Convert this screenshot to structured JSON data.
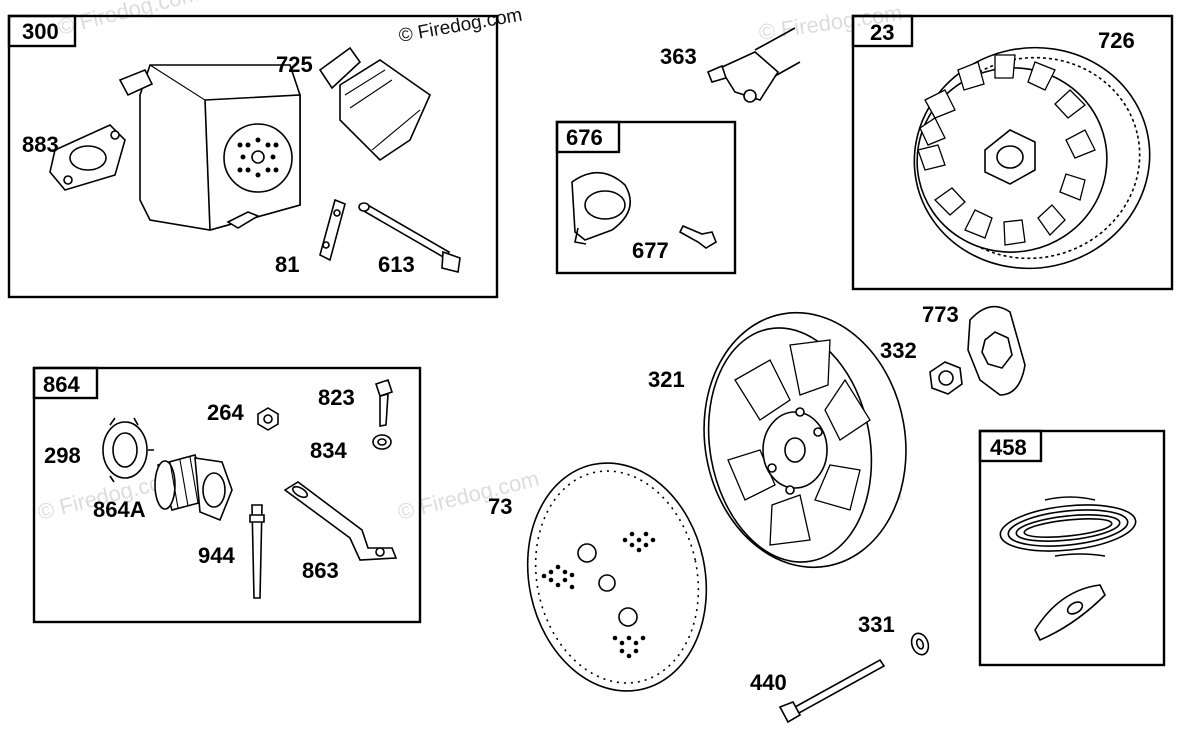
{
  "copyright": "© Firedog.com",
  "watermark": "© Firedog.com",
  "groups": [
    {
      "id": "300",
      "parts": [
        "725",
        "883",
        "81",
        "613"
      ]
    },
    {
      "id": "676",
      "parts": [
        "677"
      ]
    },
    {
      "id": "23",
      "parts": [
        "726"
      ]
    },
    {
      "id": "864",
      "parts": [
        "823",
        "264",
        "834",
        "298",
        "864A",
        "944",
        "863"
      ]
    },
    {
      "id": "458",
      "parts": []
    }
  ],
  "parts": {
    "p363": "363",
    "p321": "321",
    "p332": "332",
    "p773": "773",
    "p73": "73",
    "p331": "331",
    "p440": "440"
  }
}
